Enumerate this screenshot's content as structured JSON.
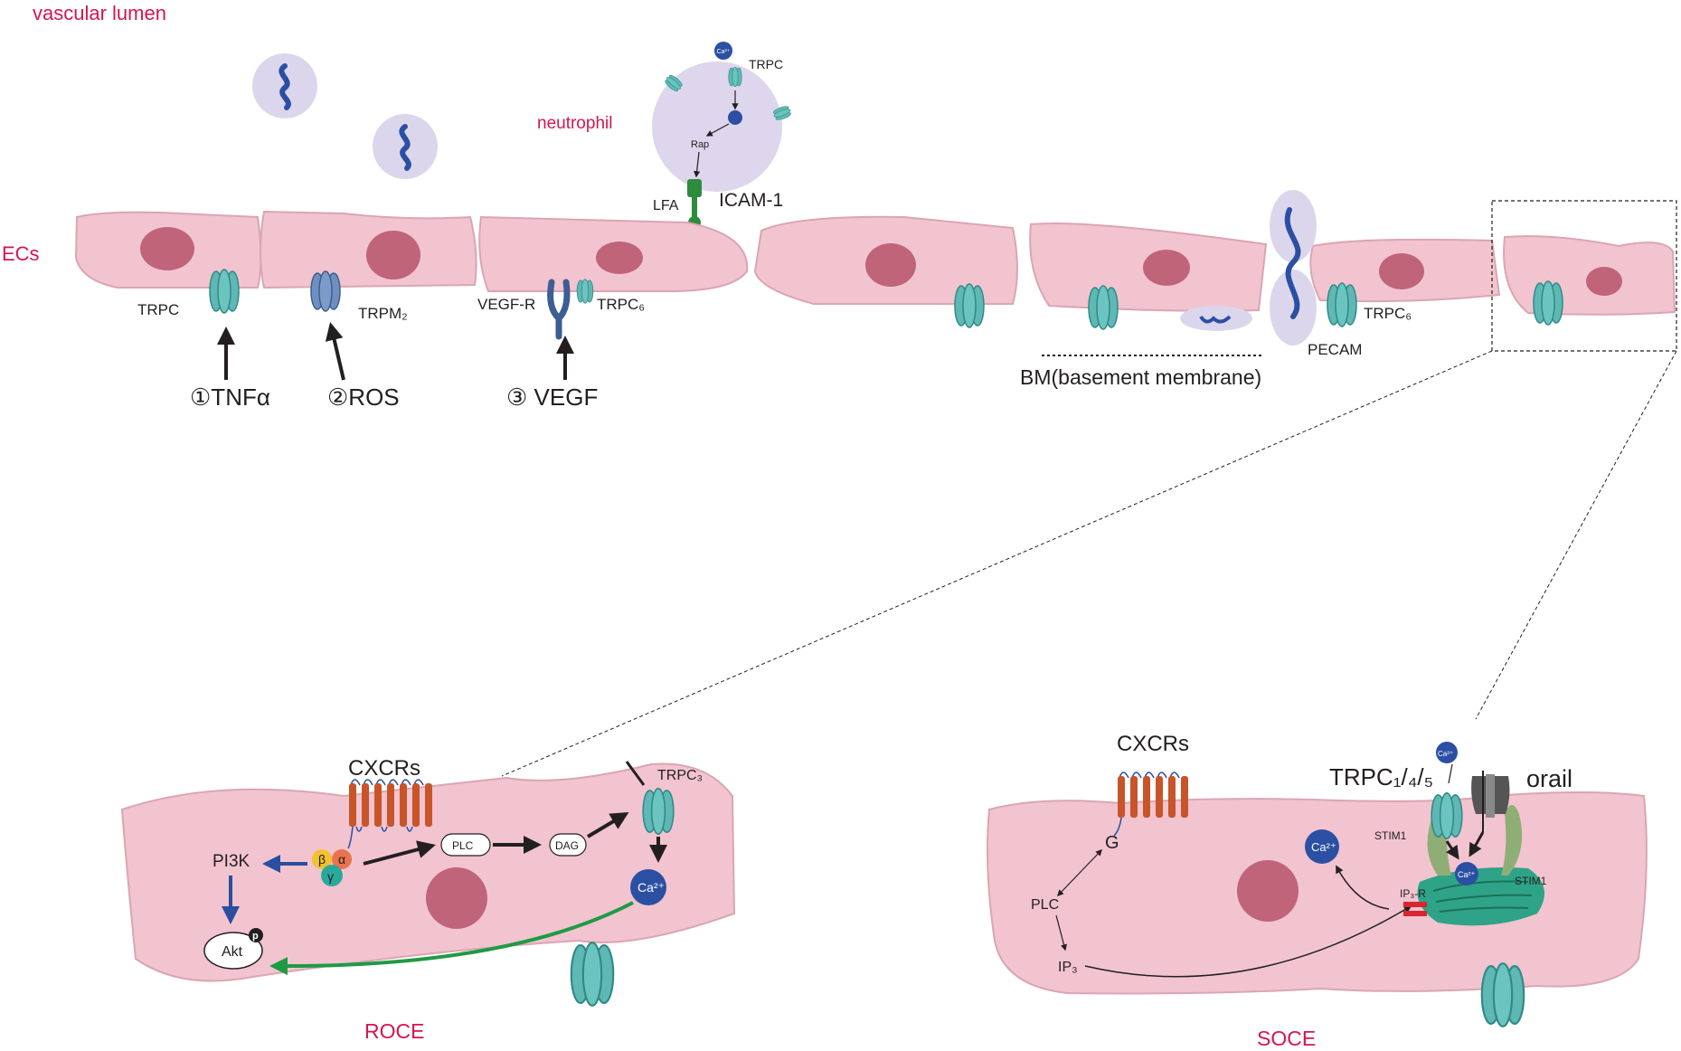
{
  "colors": {
    "cell_fill": "#f2c4d0",
    "cell_stroke": "#d9a6b2",
    "nucleus": "#c0647a",
    "channel": "#5fb8b4",
    "channel_dark": "#2f8a86",
    "receptor_blue": "#2b4fa3",
    "vesicle": "#dcd6ec",
    "neutrophil": "#ddd6ec",
    "lfa_green": "#2e8b3d",
    "cxcr_orange": "#c8542a",
    "label_red": "#d6154e",
    "text": "#231f20",
    "arrow_green": "#1f9a45",
    "arrow_blue": "#2a4ea0",
    "er_green": "#2ea387",
    "stim_green": "#8fae75",
    "orai_gray": "#555555",
    "ip3r_red": "#d7262e"
  },
  "labels": {
    "vascular_lumen": "vascular lumen",
    "ecs": "ECs",
    "neutrophil": "neutrophil",
    "trpc_neutrophil": "TRPC",
    "ca_small": "Ca²⁺",
    "rap": "Rap",
    "lfa": "LFA",
    "icam1": "ICAM-1",
    "trpc_cell1": "TRPC",
    "trpm2": "TRPM₂",
    "vegfr": "VEGF-R",
    "trpc6_cell3": "TRPC₆",
    "tnfa": "①TNFα",
    "ros": "②ROS",
    "vegf": "③ VEGF",
    "bm": "BM(basement membrane)",
    "pecam": "PECAM",
    "trpc6_cell6": "TRPC₆"
  },
  "roce": {
    "title": "ROCE",
    "cxcrs": "CXCRs",
    "trpc3": "TRPC₃",
    "pi3k": "PI3K",
    "akt": "Akt",
    "p": "p",
    "beta": "β",
    "alpha": "α",
    "gamma": "γ",
    "plc": "PLC",
    "dag": "DAG",
    "ca": "Ca²⁺"
  },
  "soce": {
    "title": "SOCE",
    "cxcrs": "CXCRs",
    "g": "G",
    "plc": "PLC",
    "ip3": "IP₃",
    "trpc145": "TRPC₁/₄/₅",
    "orail": "orail",
    "stim1_left": "STIM1",
    "stim1_right": "STIM1",
    "ip3r": "IP₃-R",
    "ca_top": "Ca²⁺",
    "ca_left": "Ca²⁺",
    "ca_center": "Ca²⁺"
  }
}
